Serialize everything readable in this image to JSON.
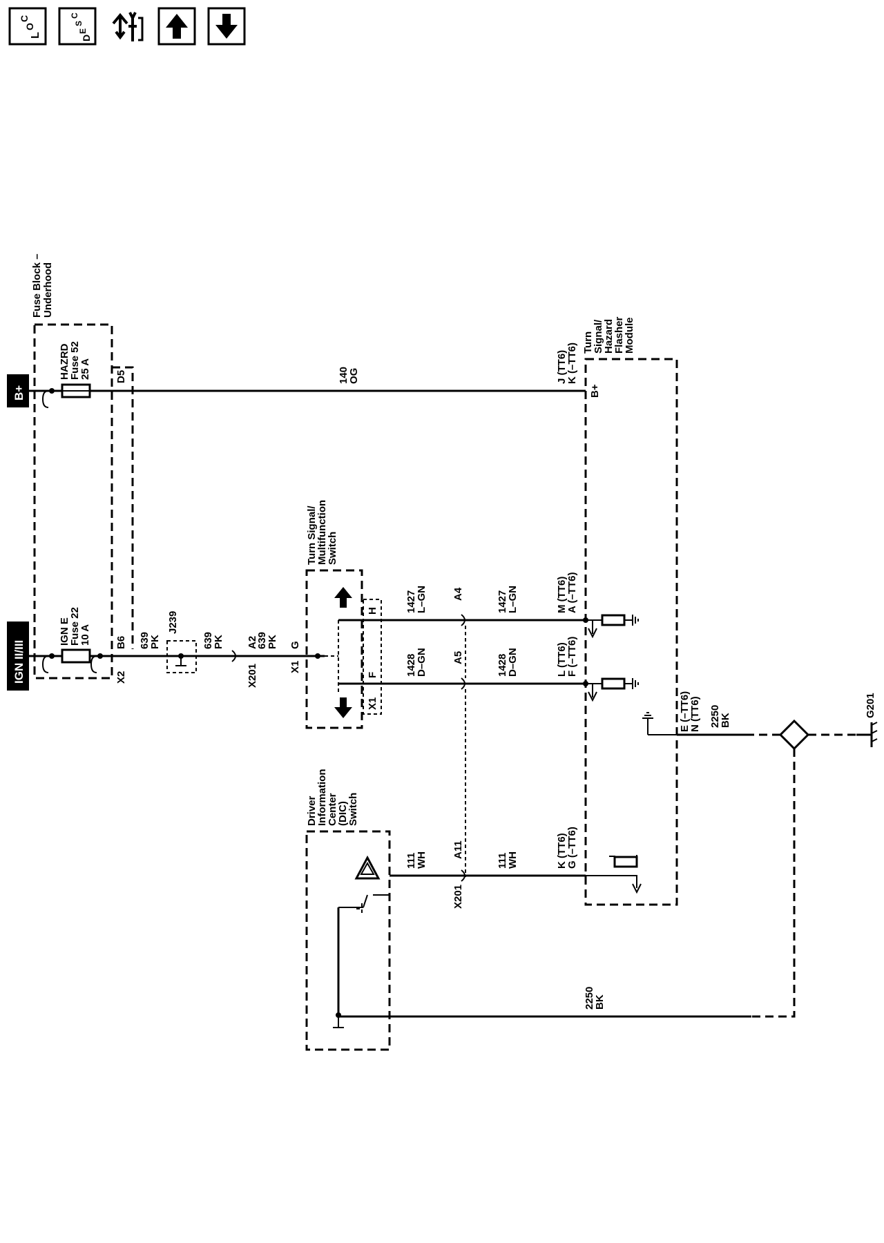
{
  "toolbar": {
    "loc_sub": "L",
    "loc_sup": "O",
    "loc_last": "C",
    "desc_d": "D",
    "desc_e": "E",
    "desc_s": "S",
    "desc_c": "C",
    "icons": [
      "location-icon",
      "description-icon",
      "connector-tools-icon",
      "arrow-up-icon",
      "arrow-down-icon"
    ]
  },
  "power": {
    "bplus": "B+",
    "ign": "IGN II/III"
  },
  "fuse_block": {
    "title": [
      "Fuse Block –",
      "Underhood"
    ],
    "fuse52": [
      "HAZRD",
      "Fuse 52",
      "25 A"
    ],
    "fuse22": [
      "IGN E",
      "Fuse 22",
      "10 A"
    ],
    "d5": "D5",
    "b6": "B6",
    "x2": "X2"
  },
  "wires": {
    "w140": [
      "140",
      "OG"
    ],
    "w639a": [
      "639",
      "PK"
    ],
    "j239": "J239",
    "w639b": [
      "639",
      "PK"
    ],
    "a2": "A2",
    "x201a": "X201",
    "w639c": [
      "639",
      "PK"
    ],
    "g_pin": "G",
    "x1a": "X1",
    "w1427a": [
      "1427",
      "L–GN"
    ],
    "a4": "A4",
    "w1427b": [
      "1427",
      "L–GN"
    ],
    "w1428a": [
      "1428",
      "D–GN"
    ],
    "a5": "A5",
    "w1428b": [
      "1428",
      "D–GN"
    ],
    "w111a": [
      "111",
      "WH"
    ],
    "a11": "A11",
    "x201b": "X201",
    "w111b": [
      "111",
      "WH"
    ],
    "w2250a": [
      "2250",
      "BK"
    ],
    "w2250b": [
      "2250",
      "BK"
    ]
  },
  "turn_switch": {
    "title": [
      "Turn Signal/",
      "Multifunction",
      "Switch"
    ],
    "h_pin": "H",
    "f_pin": "F",
    "x1": "X1"
  },
  "dic_switch": {
    "title": [
      "Driver",
      "Information",
      "Center",
      "(DIC)",
      "Switch"
    ]
  },
  "module": {
    "title": [
      "Turn",
      "Signal/",
      "Hazard",
      "Flasher",
      "Module"
    ],
    "bplus_pins": [
      "J (TT6)",
      "K (–TT6)"
    ],
    "bplus": "B+",
    "m_pins": [
      "M (TT6)",
      "A (–TT6)"
    ],
    "l_pins": [
      "L (TT6)",
      "F (–TT6)"
    ],
    "e_pins": [
      "E (–TT6)",
      "N (TT6)"
    ],
    "k_pins": [
      "K (TT6)",
      "G (–TT6)"
    ]
  },
  "ground": {
    "label": "G201"
  }
}
